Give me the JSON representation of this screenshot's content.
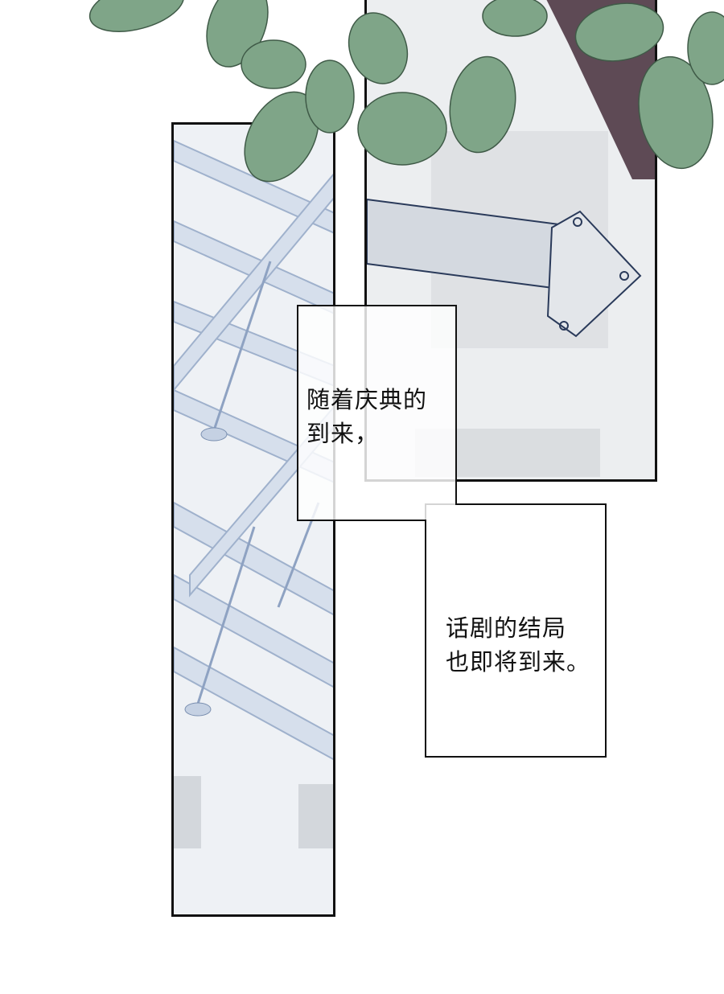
{
  "captions": [
    {
      "lines": [
        "随着庆典的",
        "到来，"
      ]
    },
    {
      "lines": [
        "话剧的结局",
        "也即将到来。"
      ]
    }
  ],
  "colors": {
    "leaf": "#7fa588",
    "railing": "#b8c6dc",
    "panel_border": "#111111",
    "brick": "#5e4a55"
  }
}
